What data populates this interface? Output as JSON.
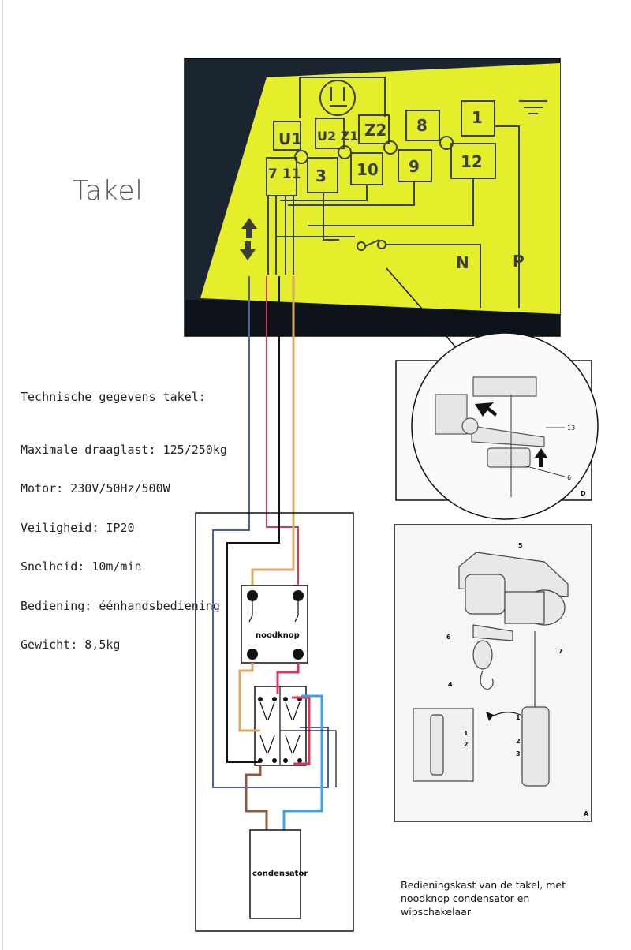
{
  "title": "Takel",
  "specs": {
    "heading": "Technische gegevens takel:",
    "lines": [
      "Maximale draaglast: 125/250kg",
      "Motor: 230V/50Hz/500W",
      "Veiligheid: IP20",
      "Snelheid: 10m/min",
      "Bediening: éénhandsbediening",
      "Gewicht: 8,5kg"
    ]
  },
  "photo": {
    "terminals_top": [
      "U1",
      "U2 Z1",
      "Z2",
      "8",
      "1"
    ],
    "terminals_bottom": [
      "7 11",
      "3",
      "10",
      "9",
      "12"
    ],
    "labels_np": [
      "N",
      "P"
    ]
  },
  "schematic": {
    "emergency_label": "noodknop",
    "capacitor_label": "condensator"
  },
  "detail_d": {
    "letter": "D",
    "labels": [
      "13",
      "6"
    ]
  },
  "detail_a": {
    "letter": "A",
    "labels": [
      "5",
      "6",
      "7",
      "4",
      "1",
      "2",
      "3",
      "1",
      "2"
    ]
  },
  "caption": "Bedieningskast van de takel, met noodknop condensator en wipschakelaar",
  "colors": {
    "photo_yellow": "#e5ee2a",
    "photo_dark": "#1b2530",
    "wire_blue": "#4a5fae",
    "wire_red": "#d8385c",
    "wire_black": "#111111",
    "wire_tan": "#d9a866",
    "wire_brown": "#8c5a3c",
    "wire_lightblue": "#3aa4e4"
  }
}
